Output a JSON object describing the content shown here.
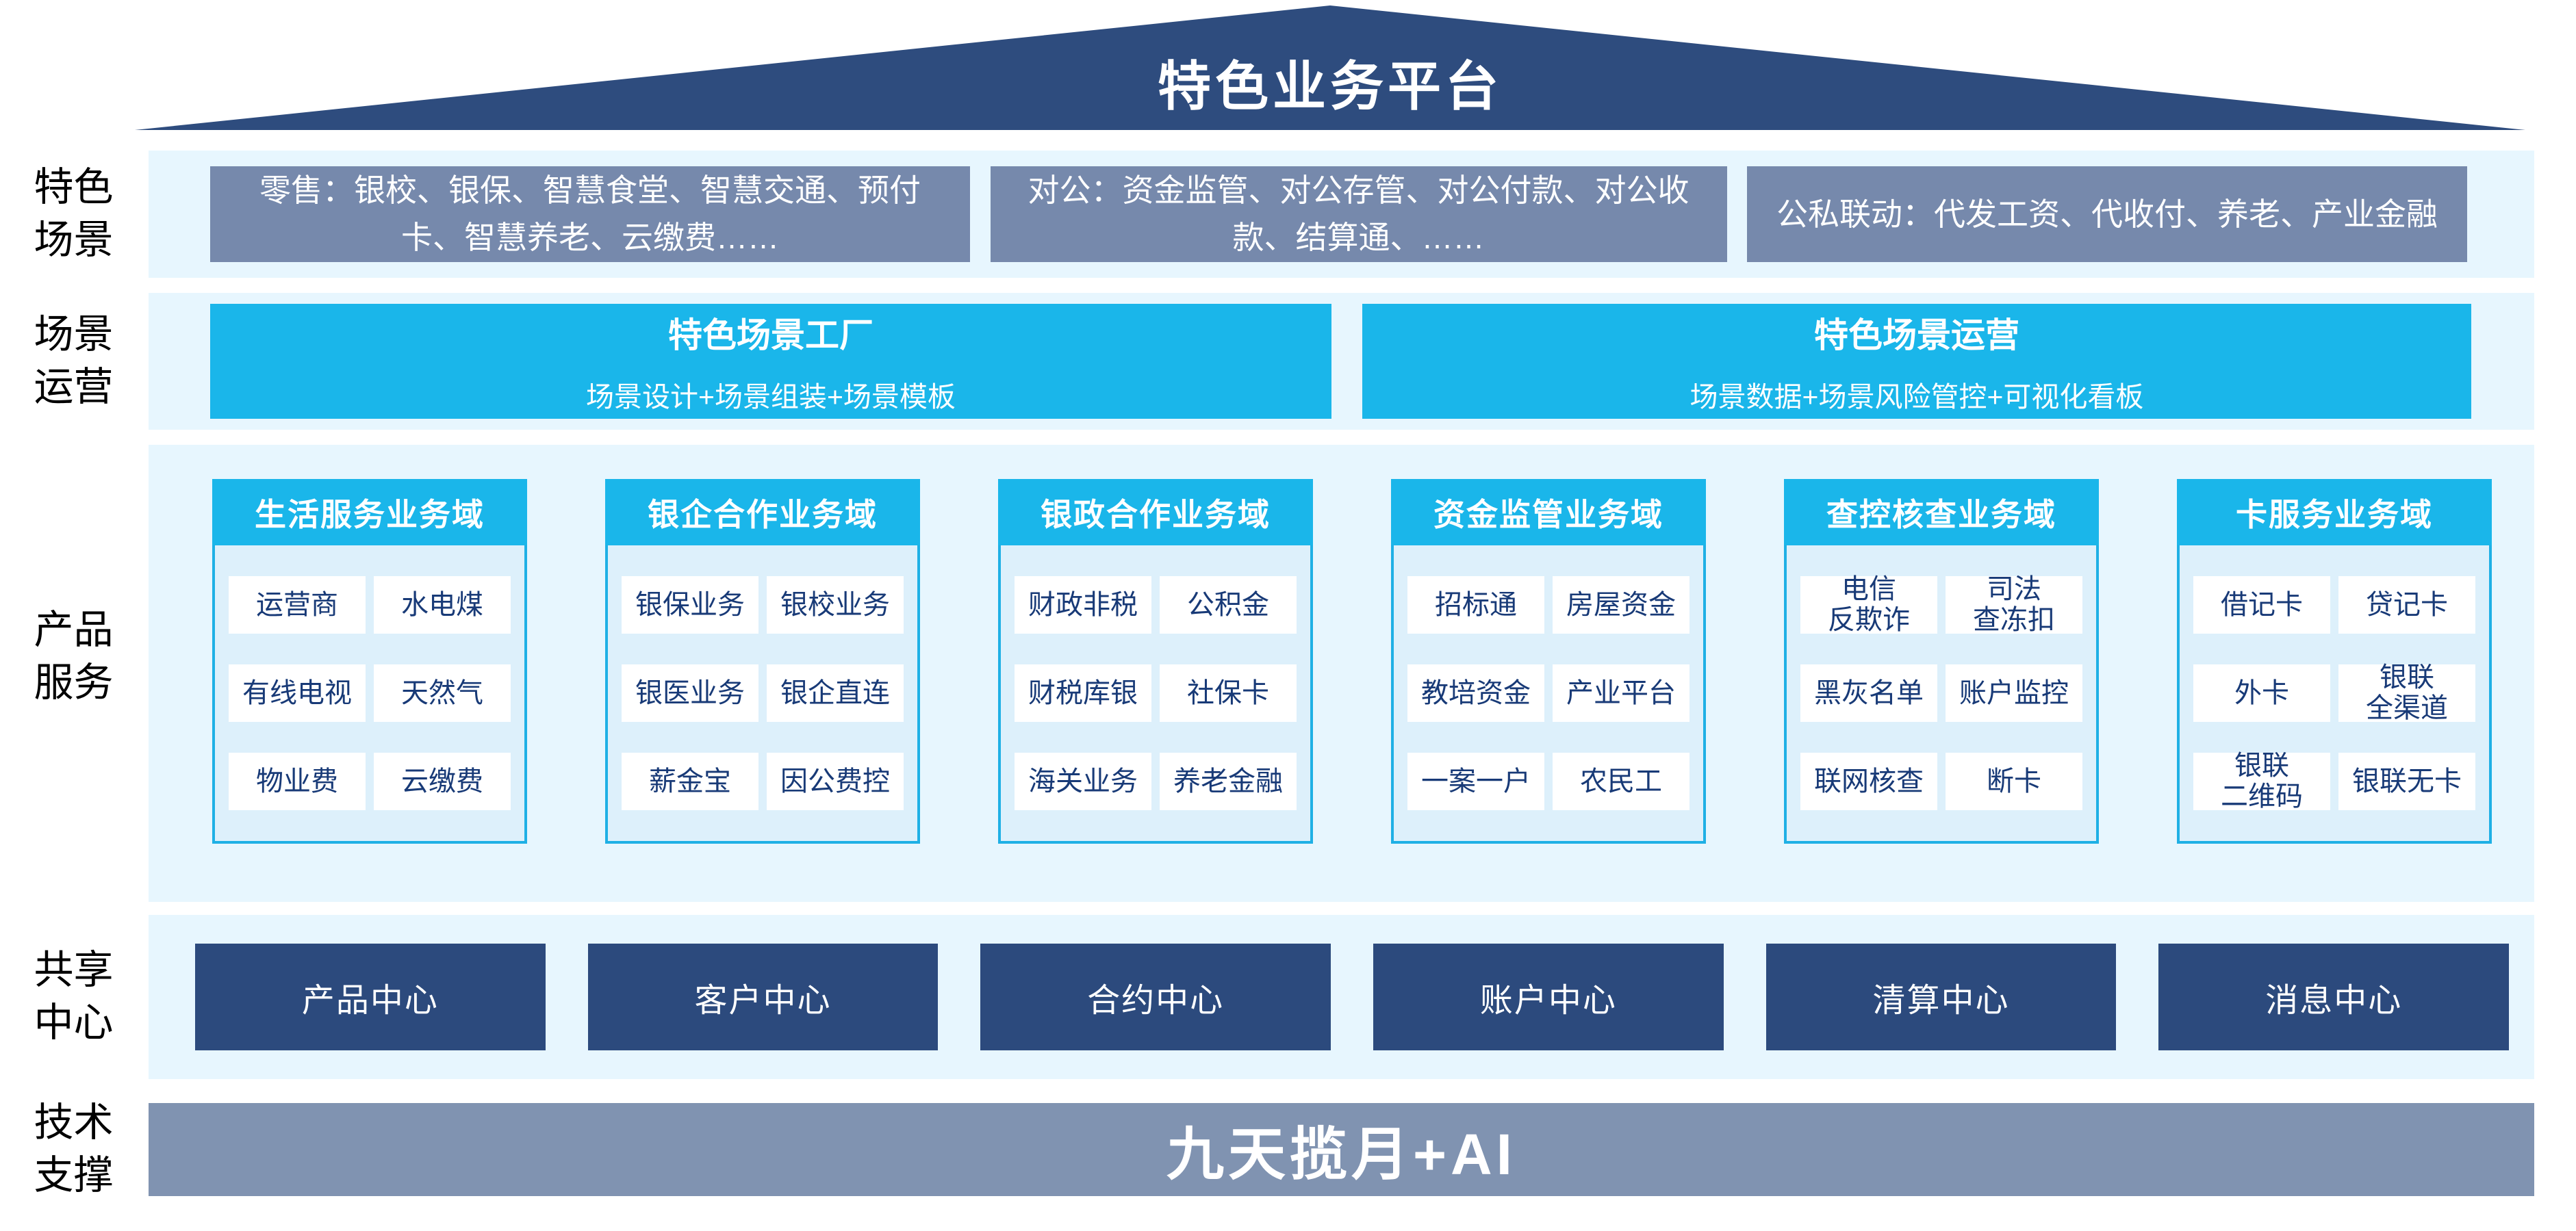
{
  "colors": {
    "roof_navy": "#2e4c7e",
    "band_blue": "#e7f6fe",
    "slate_box": "#7689ac",
    "cyan": "#1ab6ea",
    "col_body": "#ddf0fb",
    "col_border": "#1fb0e5",
    "cell_text": "#183a77",
    "navy_box": "#2c4a7d",
    "tech_gray": "#8093b1"
  },
  "roof": {
    "title": "特色业务平台"
  },
  "side_labels": {
    "scenes": "特色\n场景",
    "operations": "场景\n运营",
    "products": "产品\n服务",
    "shared": "共享\n中心",
    "tech": "技术\n支撑"
  },
  "scenario_row": {
    "boxes": [
      "零售：银校、银保、智慧食堂、智慧交通、预付卡、智慧养老、云缴费……",
      "对公：资金监管、对公存管、对公付款、对公收款、结算通、……",
      "公私联动：代发工资、代收付、养老、产业金融"
    ]
  },
  "operation_row": {
    "boxes": [
      {
        "title": "特色场景工厂",
        "subtitle": "场景设计+场景组装+场景模板"
      },
      {
        "title": "特色场景运营",
        "subtitle": "场景数据+场景风险管控+可视化看板"
      }
    ]
  },
  "product_row": {
    "columns": [
      {
        "header": "生活服务业务域",
        "items": [
          "运营商",
          "水电煤",
          "有线电视",
          "天然气",
          "物业费",
          "云缴费"
        ]
      },
      {
        "header": "银企合作业务域",
        "items": [
          "银保业务",
          "银校业务",
          "银医业务",
          "银企直连",
          "薪金宝",
          "因公费控"
        ]
      },
      {
        "header": "银政合作业务域",
        "items": [
          "财政非税",
          "公积金",
          "财税库银",
          "社保卡",
          "海关业务",
          "养老金融"
        ]
      },
      {
        "header": "资金监管业务域",
        "items": [
          "招标通",
          "房屋资金",
          "教培资金",
          "产业平台",
          "一案一户",
          "农民工"
        ]
      },
      {
        "header": "查控核查业务域",
        "items": [
          "电信\n反欺诈",
          "司法\n查冻扣",
          "黑灰名单",
          "账户监控",
          "联网核查",
          "断卡"
        ]
      },
      {
        "header": "卡服务业务域",
        "items": [
          "借记卡",
          "贷记卡",
          "外卡",
          "银联\n全渠道",
          "银联\n二维码",
          "银联无卡"
        ]
      }
    ]
  },
  "shared_row": {
    "boxes": [
      "产品中心",
      "客户中心",
      "合约中心",
      "账户中心",
      "清算中心",
      "消息中心"
    ]
  },
  "tech_row": {
    "label": "九天揽月+AI"
  }
}
